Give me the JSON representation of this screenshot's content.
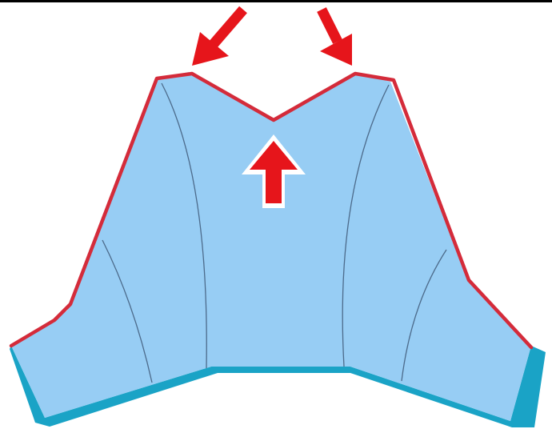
{
  "diagram": {
    "colors": {
      "panel_fill": "#97cdf4",
      "seam_line": "#4c6a8a",
      "edge_shadow": "#1aa3c6",
      "outline_highlight": "#d42b3a",
      "arrow": "#e6151b",
      "arrow_outline": "#ffffff",
      "top_rule": "#000000"
    },
    "panels": [
      "left-sleeve",
      "left-side",
      "center",
      "right-side",
      "right-sleeve"
    ],
    "arrows": [
      {
        "direction": "down-left",
        "target": "left-shoulder-point"
      },
      {
        "direction": "down-right",
        "target": "right-shoulder-point"
      },
      {
        "direction": "up",
        "target": "neckline-center-point"
      }
    ]
  }
}
